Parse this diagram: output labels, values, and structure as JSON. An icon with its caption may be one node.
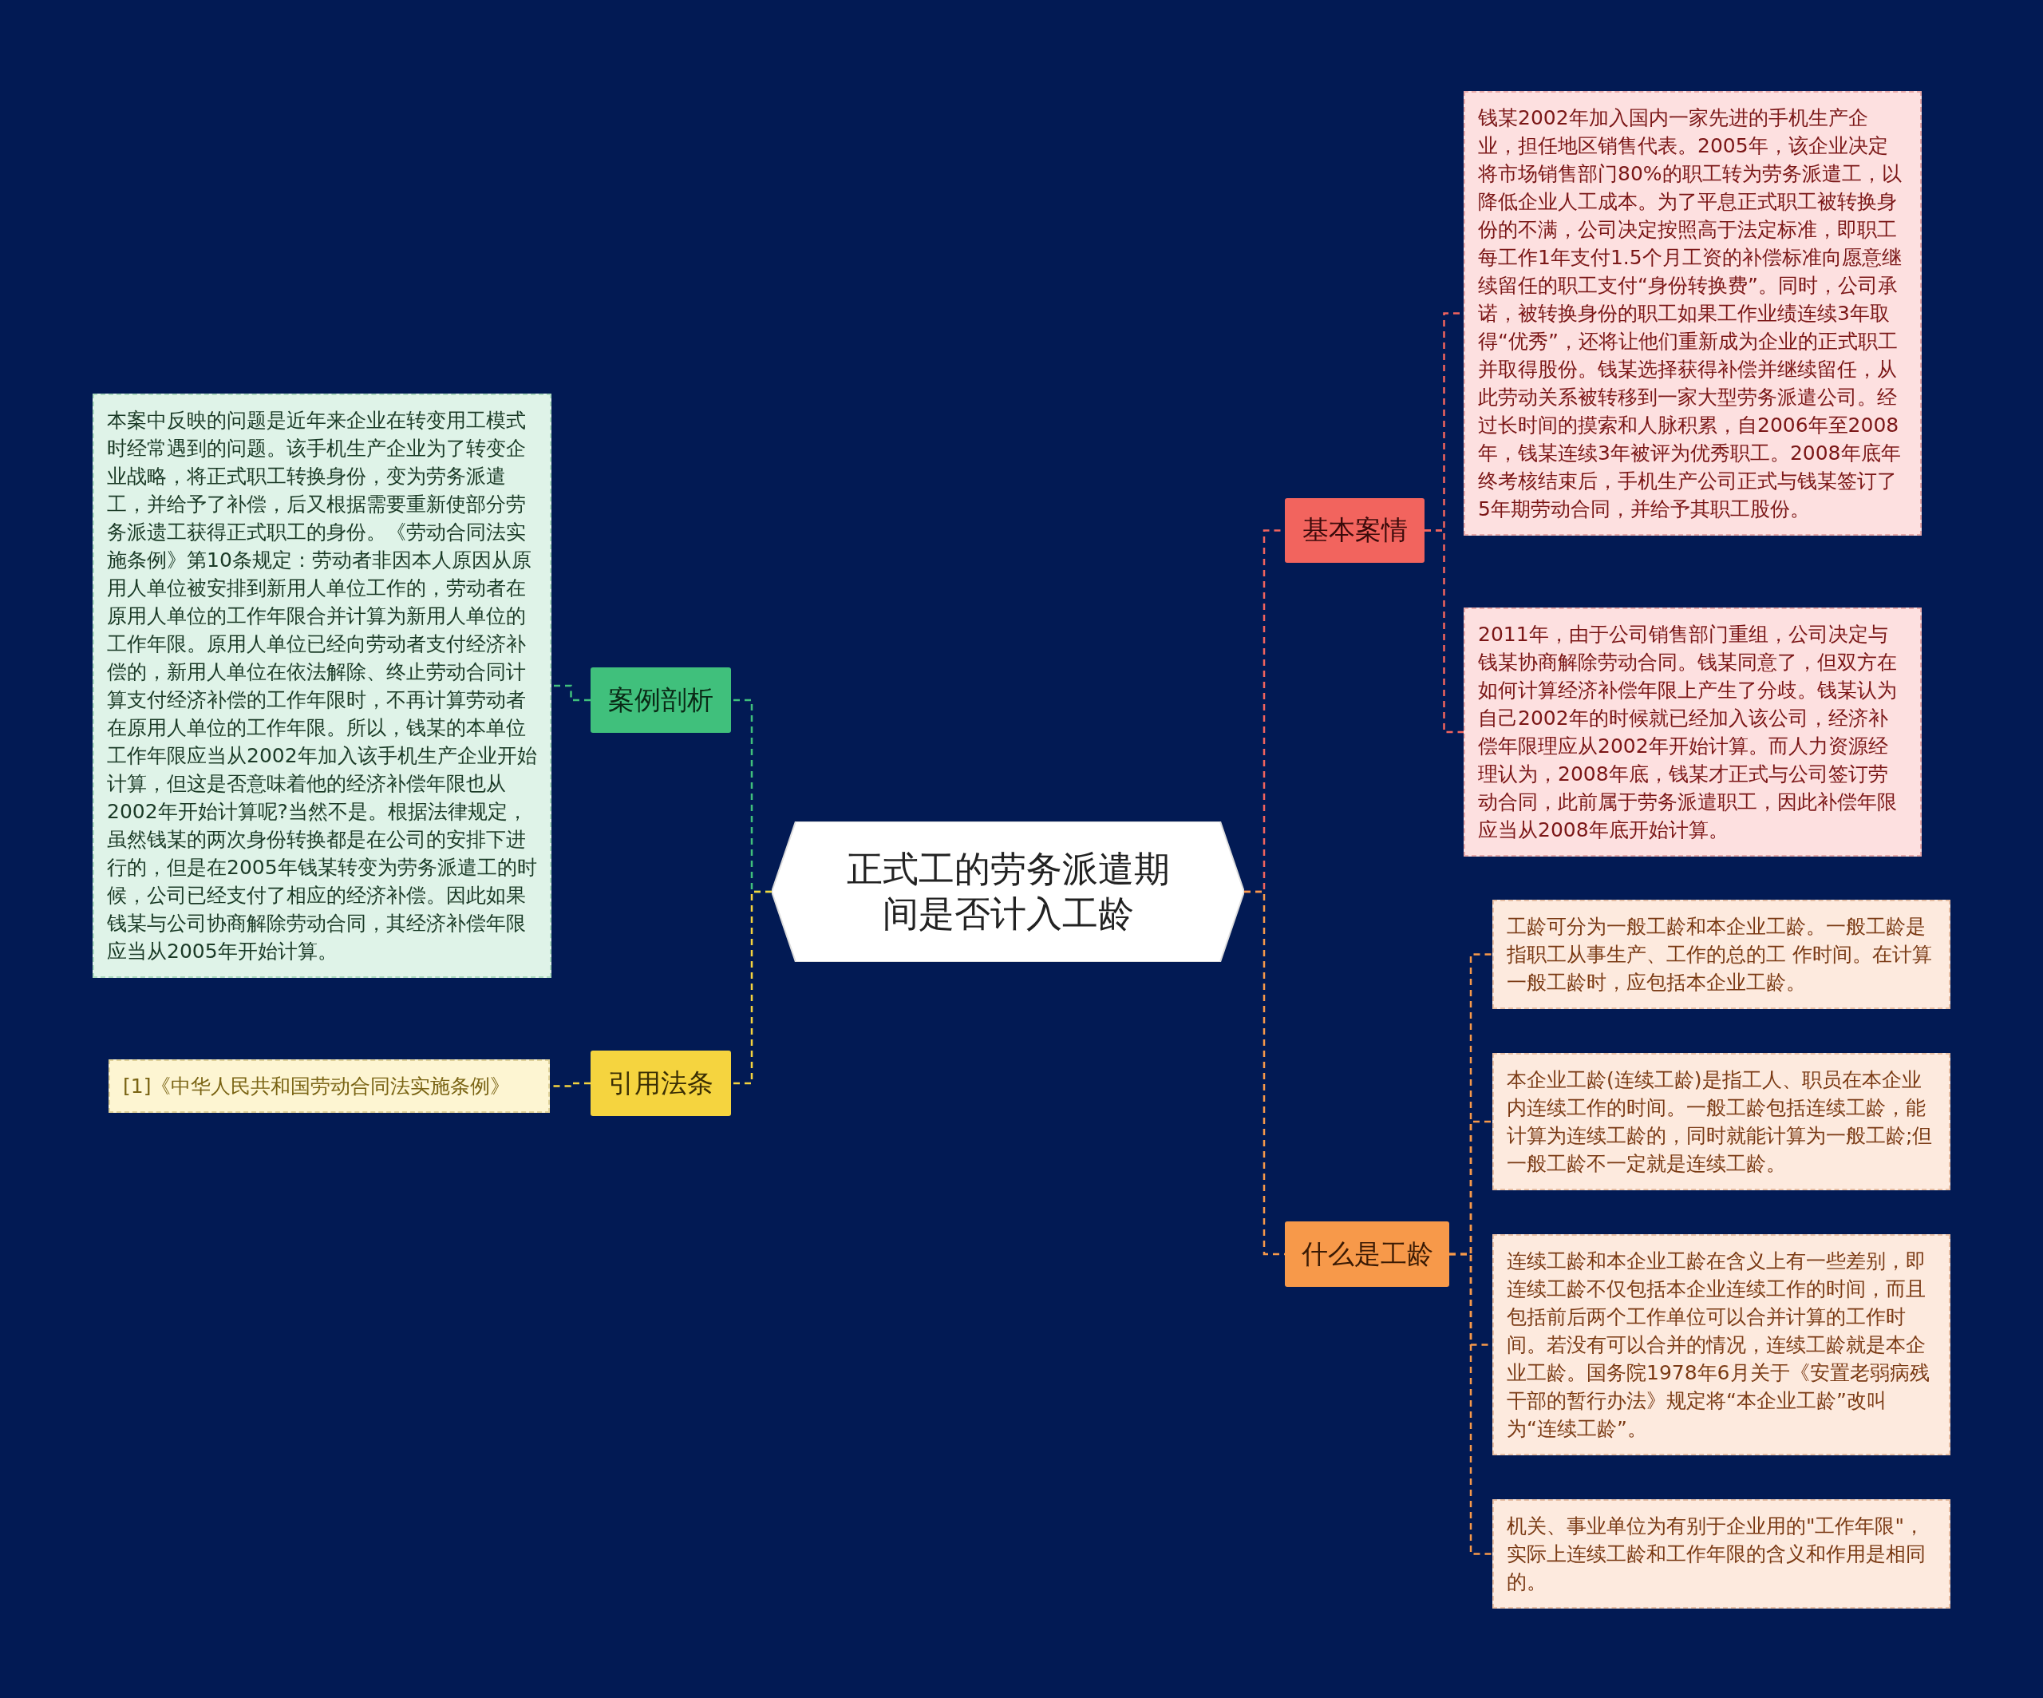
{
  "diagram": {
    "nodes": [
      {
        "text": [
          "正式工的劳务派遣期间是否计入工龄"
        ]
      },
      {
        "text": [
          "基本案情"
        ]
      },
      {
        "text": [
          "钱某2002年加入国内一家先进的手机生产企业，担任地区销售代表。2005年，该企业决定将市场销售部门80%的职工转为劳务派遣工，以降低企业人工成本。为了平息正式职工被转换身份的不满，公司决定按照高于法定标准，即职工每工作1年支付1.5个月工资的补偿标准向愿意继续留任的职工支付“身份转换费”。同时，公司承诺，被转换身份的职工如果工作业绩连续3年取得“优秀”，还将让他们重新成为企业的正式职工并取得股份。钱某选择获得补偿并继续留任，从此劳动关系被转移到一家大型劳务派遣公司。经过长时间的摸索和人脉积累，自2006年至2008年，钱某连续3年被评为优秀职工。2008年底年终考核结束后，手机生产公司正式与钱某签订了5年期劳动合同，并给予其职工股份。"
        ]
      },
      {
        "text": [
          "2011年，由于公司销售部门重组，公司决定与钱某协商解除劳动合同。钱某同意了，但双方在如何计算经济补偿年限上产生了分歧。钱某认为自己2002年的时候就已经加入该公司，经济补偿年限理应从2002年开始计算。而人力资源经理认为，2008年底，钱某才正式与公司签订劳动合同，此前属于劳务派遣职工，因此补偿年限应当从2008年底开始计算。"
        ]
      },
      {
        "text": [
          "什么是工龄"
        ]
      },
      {
        "text": [
          "工龄可分为一般工龄和本企业工龄。一般工龄是指职工从事生产、工作的总的工 作时间。在计算一般工龄时，应包括本企业工龄。"
        ]
      },
      {
        "text": [
          "本企业工龄(连续工龄)是指工人、职员在本企业内连续工作的时间。一般工龄包括连续工龄，能计算为连续工龄的，同时就能计算为一般工龄;但一般工龄不一定就是连续工龄。"
        ]
      },
      {
        "text": [
          "连续工龄和本企业工龄在含义上有一些差别，即连续工龄不仅包括本企业连续工作的时间，而且包括前后两个工作单位可以合并计算的工作时间。若没有可以合并的情况，连续工龄就是本企业工龄。国务院1978年6月关于《安置老弱病残干部的暂行办法》规定将“本企业工龄”改叫为“连续工龄”。"
        ]
      },
      {
        "text": [
          "机关、事业单位为有别于企业用的\"工作年限\"，实际上连续工龄和工作年限的含义和作用是相同的。"
        ]
      },
      {
        "text": [
          "案例剖析"
        ]
      },
      {
        "text": [
          "本案中反映的问题是近年来企业在转变用工模式时经常遇到的问题。该手机生产企业为了转变企业战略，将正式职工转换身份，变为劳务派遣工，并给予了补偿，后又根据需要重新使部分劳务派遗工获得正式职工的身份。《劳动合同法实施条例》第10条规定：劳动者非因本人原因从原用人单位被安排到新用人单位工作的，劳动者在原用人单位的工作年限合并计算为新用人单位的工作年限。原用人单位已经向劳动者支付经济补偿的，新用人单位在依法解除、终止劳动合同计算支付经济补偿的工作年限时，不再计算劳动者在原用人单位的工作年限。所以，钱某的本单位工作年限应当从2002年加入该手机生产企业开始计算，但这是否意味着他的经济补偿年限也从2002年开始计算呢?当然不是。根据法律规定，虽然钱某的两次身份转换都是在公司的安排下进行的，但是在2005年钱某转变为劳务派遣工的时候，公司已经支付了相应的经济补偿。因此如果钱某与公司协商解除劳动合同，其经济补偿年限应当从2005年开始计算。"
        ]
      },
      {
        "text": [
          "引用法条"
        ]
      },
      {
        "text": [
          "[1]《中华人民共和国劳动合同法实施条例》"
        ]
      }
    ],
    "edges": [
      {
        "from": 0,
        "to": 1,
        "arrow": "none",
        "style": "dashed",
        "color": "#f2645e"
      },
      {
        "from": 1,
        "to": 2,
        "arrow": "none",
        "style": "dashed",
        "color": "#f2645e"
      },
      {
        "from": 1,
        "to": 3,
        "arrow": "none",
        "style": "dashed",
        "color": "#f2645e"
      },
      {
        "from": 0,
        "to": 4,
        "arrow": "none",
        "style": "dashed",
        "color": "#f7994a"
      },
      {
        "from": 4,
        "to": 5,
        "arrow": "none",
        "style": "dashed",
        "color": "#f7994a"
      },
      {
        "from": 4,
        "to": 6,
        "arrow": "none",
        "style": "dashed",
        "color": "#f7994a"
      },
      {
        "from": 4,
        "to": 7,
        "arrow": "none",
        "style": "dashed",
        "color": "#f7994a"
      },
      {
        "from": 4,
        "to": 8,
        "arrow": "none",
        "style": "dashed",
        "color": "#f7994a"
      },
      {
        "from": 0,
        "to": 9,
        "arrow": "none",
        "style": "dashed",
        "color": "#40c07c"
      },
      {
        "from": 9,
        "to": 10,
        "arrow": "none",
        "style": "dashed",
        "color": "#40c07c"
      },
      {
        "from": 0,
        "to": 11,
        "arrow": "none",
        "style": "dashed",
        "color": "#f5d43f"
      },
      {
        "from": 11,
        "to": 12,
        "arrow": "none",
        "style": "dashed",
        "color": "#f5d43f"
      }
    ]
  }
}
